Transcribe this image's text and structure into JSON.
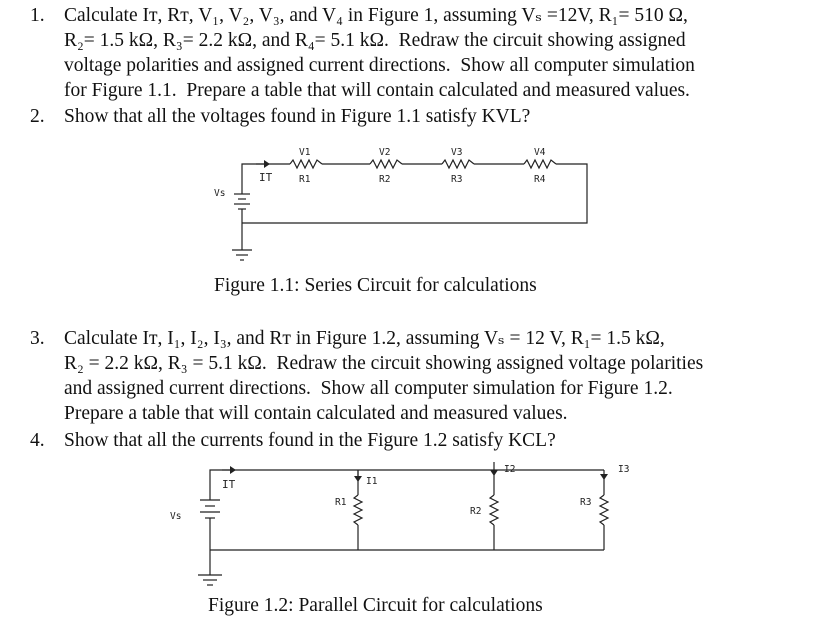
{
  "items": [
    {
      "number": "1.",
      "lines": [
        "Calculate Iᴛ, Rᴛ, V₁, V₂, V₃, and V₄ in Figure 1, assuming Vₛ =12V, R₁= 510 Ω,",
        "R₂= 1.5 kΩ, R₃= 2.2 kΩ, and R₄= 5.1 kΩ.  Redraw the circuit showing assigned",
        "voltage polarities and assigned current directions.  Show all computer simulation",
        "for Figure 1.1.  Prepare a table that will contain calculated and measured values."
      ]
    },
    {
      "number": "2.",
      "lines": [
        "Show that all the voltages found in Figure 1.1 satisfy KVL?"
      ]
    },
    {
      "number": "3.",
      "lines": [
        "Calculate Iᴛ, I₁, I₂, I₃, and Rᴛ in Figure 1.2, assuming Vₛ = 12 V, R₁= 1.5 kΩ,",
        "R₂ = 2.2 kΩ, R₃ = 5.1 kΩ.  Redraw the circuit showing assigned voltage polarities",
        "and assigned current directions.  Show all computer simulation for Figure 1.2.",
        "Prepare a table that will contain calculated and measured values."
      ]
    },
    {
      "number": "4.",
      "lines": [
        "Show that all the currents found in the Figure 1.2 satisfy KCL?"
      ]
    }
  ],
  "figure1": {
    "caption": "Figure 1.1: Series Circuit for calculations",
    "source_label": "Vs",
    "current_label": "IT",
    "resistor_labels": [
      "R1",
      "R2",
      "R3",
      "R4"
    ],
    "voltage_labels": [
      "V1",
      "V2",
      "V3",
      "V4"
    ]
  },
  "figure2": {
    "caption": "Figure 1.2: Parallel Circuit for calculations",
    "source_label": "Vs",
    "current_label": "IT",
    "resistor_labels": [
      "R1",
      "R2",
      "R3"
    ],
    "branch_current_labels": [
      "I1",
      "I2",
      "I3"
    ]
  }
}
